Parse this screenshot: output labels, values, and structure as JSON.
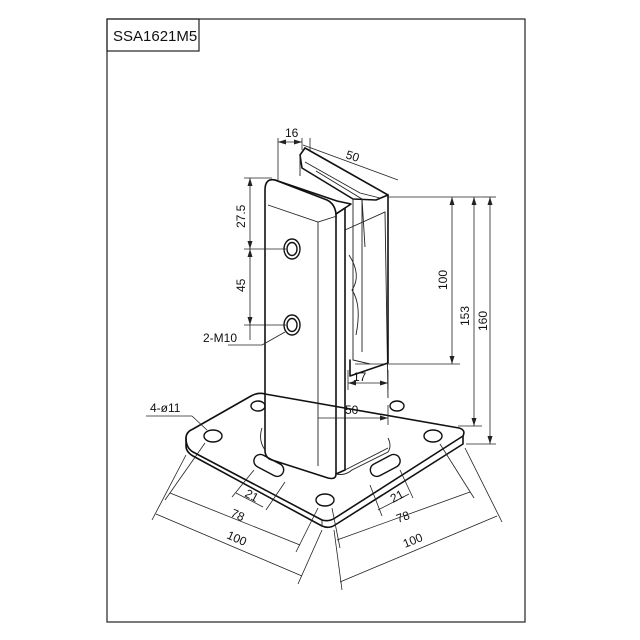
{
  "title_block": {
    "model_code": "SSA1621M5"
  },
  "dimensions": {
    "slot_width": "16",
    "clamp_top_width": "50",
    "top_offset": "27.5",
    "hole_spacing": "45",
    "thread_callout": "2-M10",
    "glass_depth": "100",
    "height_153": "153",
    "height_160": "160",
    "inner_gap": "17",
    "body_width": "50",
    "base_hole_callout": "4-ø11",
    "slot_length_left": "21",
    "slot_length_right": "21",
    "hole_pitch_left": "78",
    "hole_pitch_right": "78",
    "base_width_left": "100",
    "base_width_right": "100"
  }
}
